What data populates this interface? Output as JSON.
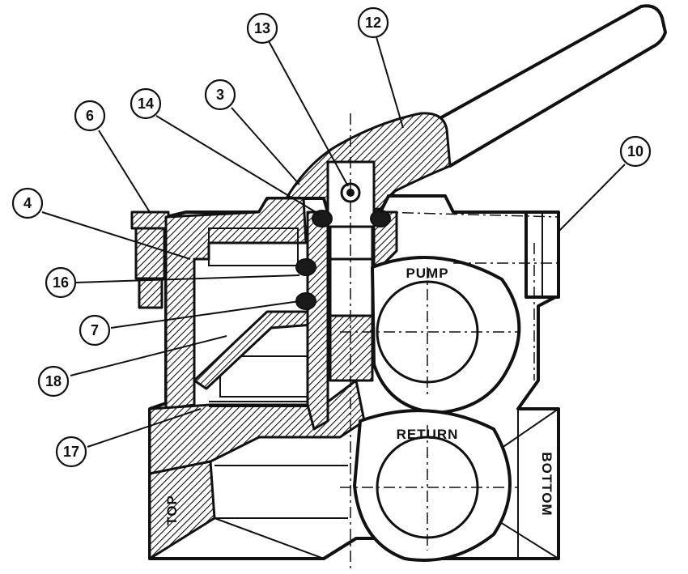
{
  "port_labels": {
    "pump": "PUMP",
    "return": "RETURN",
    "top": "TOP",
    "bottom": "BOTTOM"
  },
  "callouts": [
    "13",
    "12",
    "14",
    "3",
    "6",
    "10",
    "4",
    "16",
    "7",
    "18",
    "17"
  ]
}
